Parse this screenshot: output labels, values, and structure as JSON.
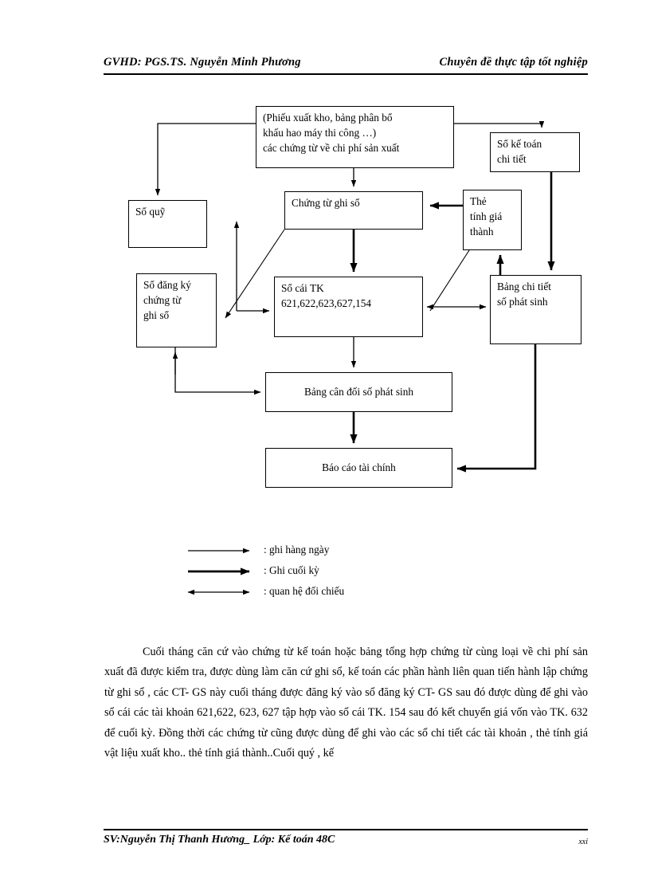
{
  "header": {
    "left": "GVHD: PGS.TS. Nguyễn Minh Phương",
    "right": "Chuyên đề thực tập tốt nghiệp"
  },
  "footer": {
    "left": "SV:Nguyễn Thị Thanh Hương_ Lớp: Kế toán 48C",
    "page_number": "xxi"
  },
  "diagram": {
    "nodes": {
      "source_documents": {
        "line1": "(Phiếu  xuất kho, bảng phân bổ",
        "line2": "khấu hao máy thi công …)",
        "line3": "các chứng từ về chi phí sản xuất"
      },
      "detail_ledger": {
        "line1": "Sổ kế toán",
        "line2": "chi tiết"
      },
      "cash_book": {
        "line1": "Sổ quỹ"
      },
      "voucher": {
        "line1": "Chứng từ ghi  sổ"
      },
      "cost_card": {
        "line1": "Thẻ",
        "line2": "tính  giá",
        "line3": "thành"
      },
      "register": {
        "line1": "Sổ đăng ký",
        "line2": "chứng từ",
        "line3": "ghi sổ"
      },
      "general_ledger": {
        "line1": "Sổ cái TK",
        "line2": "621,622,623,627,154"
      },
      "detail_table": {
        "line1": "Bảng chi tiết",
        "line2": "số phát sinh"
      },
      "trial_balance": {
        "line1": "Bảng cân đối số phát sinh"
      },
      "financial_report": {
        "line1": "Báo cáo tài chính"
      }
    }
  },
  "legend": {
    "items": [
      {
        "label": ": ghi hàng ngày",
        "style": "thin-arrow"
      },
      {
        "label": ": Ghi cuối kỳ",
        "style": "thick-arrow"
      },
      {
        "label": ": quan hệ đối chiếu",
        "style": "double-arrow"
      }
    ]
  },
  "body": {
    "paragraph": "Cuối tháng căn cứ vào  chứng từ kế toán hoặc bảng tổng hợp chứng từ cùng loại về chi phí sản xuất đã được kiểm tra, được dùng làm căn cứ ghi sổ, kế toán các phần hành liên quan tiến hành lập chứng từ ghi sổ , các CT- GS này cuối tháng được đăng ký vào sổ đăng ký CT- GS sau đó được dùng để ghi vào sổ cái các tài khoản 621,622, 623, 627 tập hợp vào sổ cái TK. 154 sau đó kết chuyển giá vốn vào TK. 632 để cuối kỳ. Đồng thời các chứng từ cũng được dùng để ghi vào các sổ chi tiết các tài khoản , thẻ tính giá vật liệu xuất kho.. thẻ tính giá thành..Cuối  quý , kế"
  }
}
